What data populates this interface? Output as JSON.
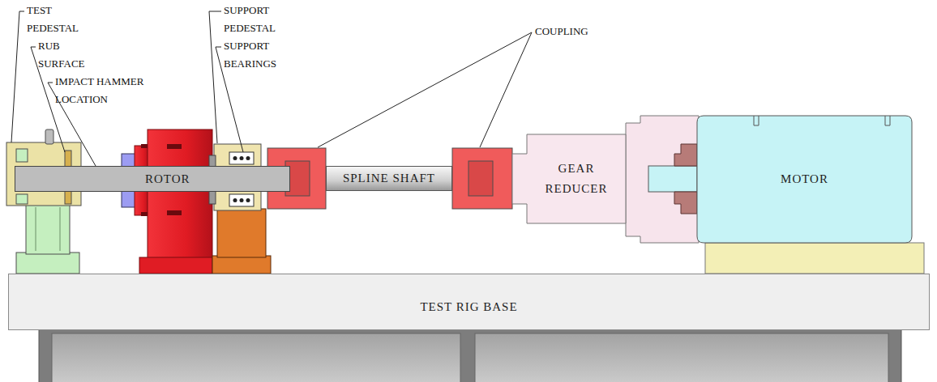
{
  "diagram": {
    "nodes": [
      {
        "text": [
          "ROTOR"
        ]
      },
      {
        "text": [
          "SPLINE SHAFT"
        ]
      },
      {
        "text": [
          "GEAR REDUCER"
        ]
      },
      {
        "text": [
          "MOTOR"
        ]
      },
      {
        "text": [
          "TEST RIG BASE"
        ]
      }
    ],
    "labels": [
      "TEST PEDESTAL",
      "RUB SURFACE",
      "IMPACT HAMMER LOCATION",
      "SUPPORT PEDESTAL",
      "SUPPORT BEARINGS",
      "COUPLING"
    ]
  }
}
